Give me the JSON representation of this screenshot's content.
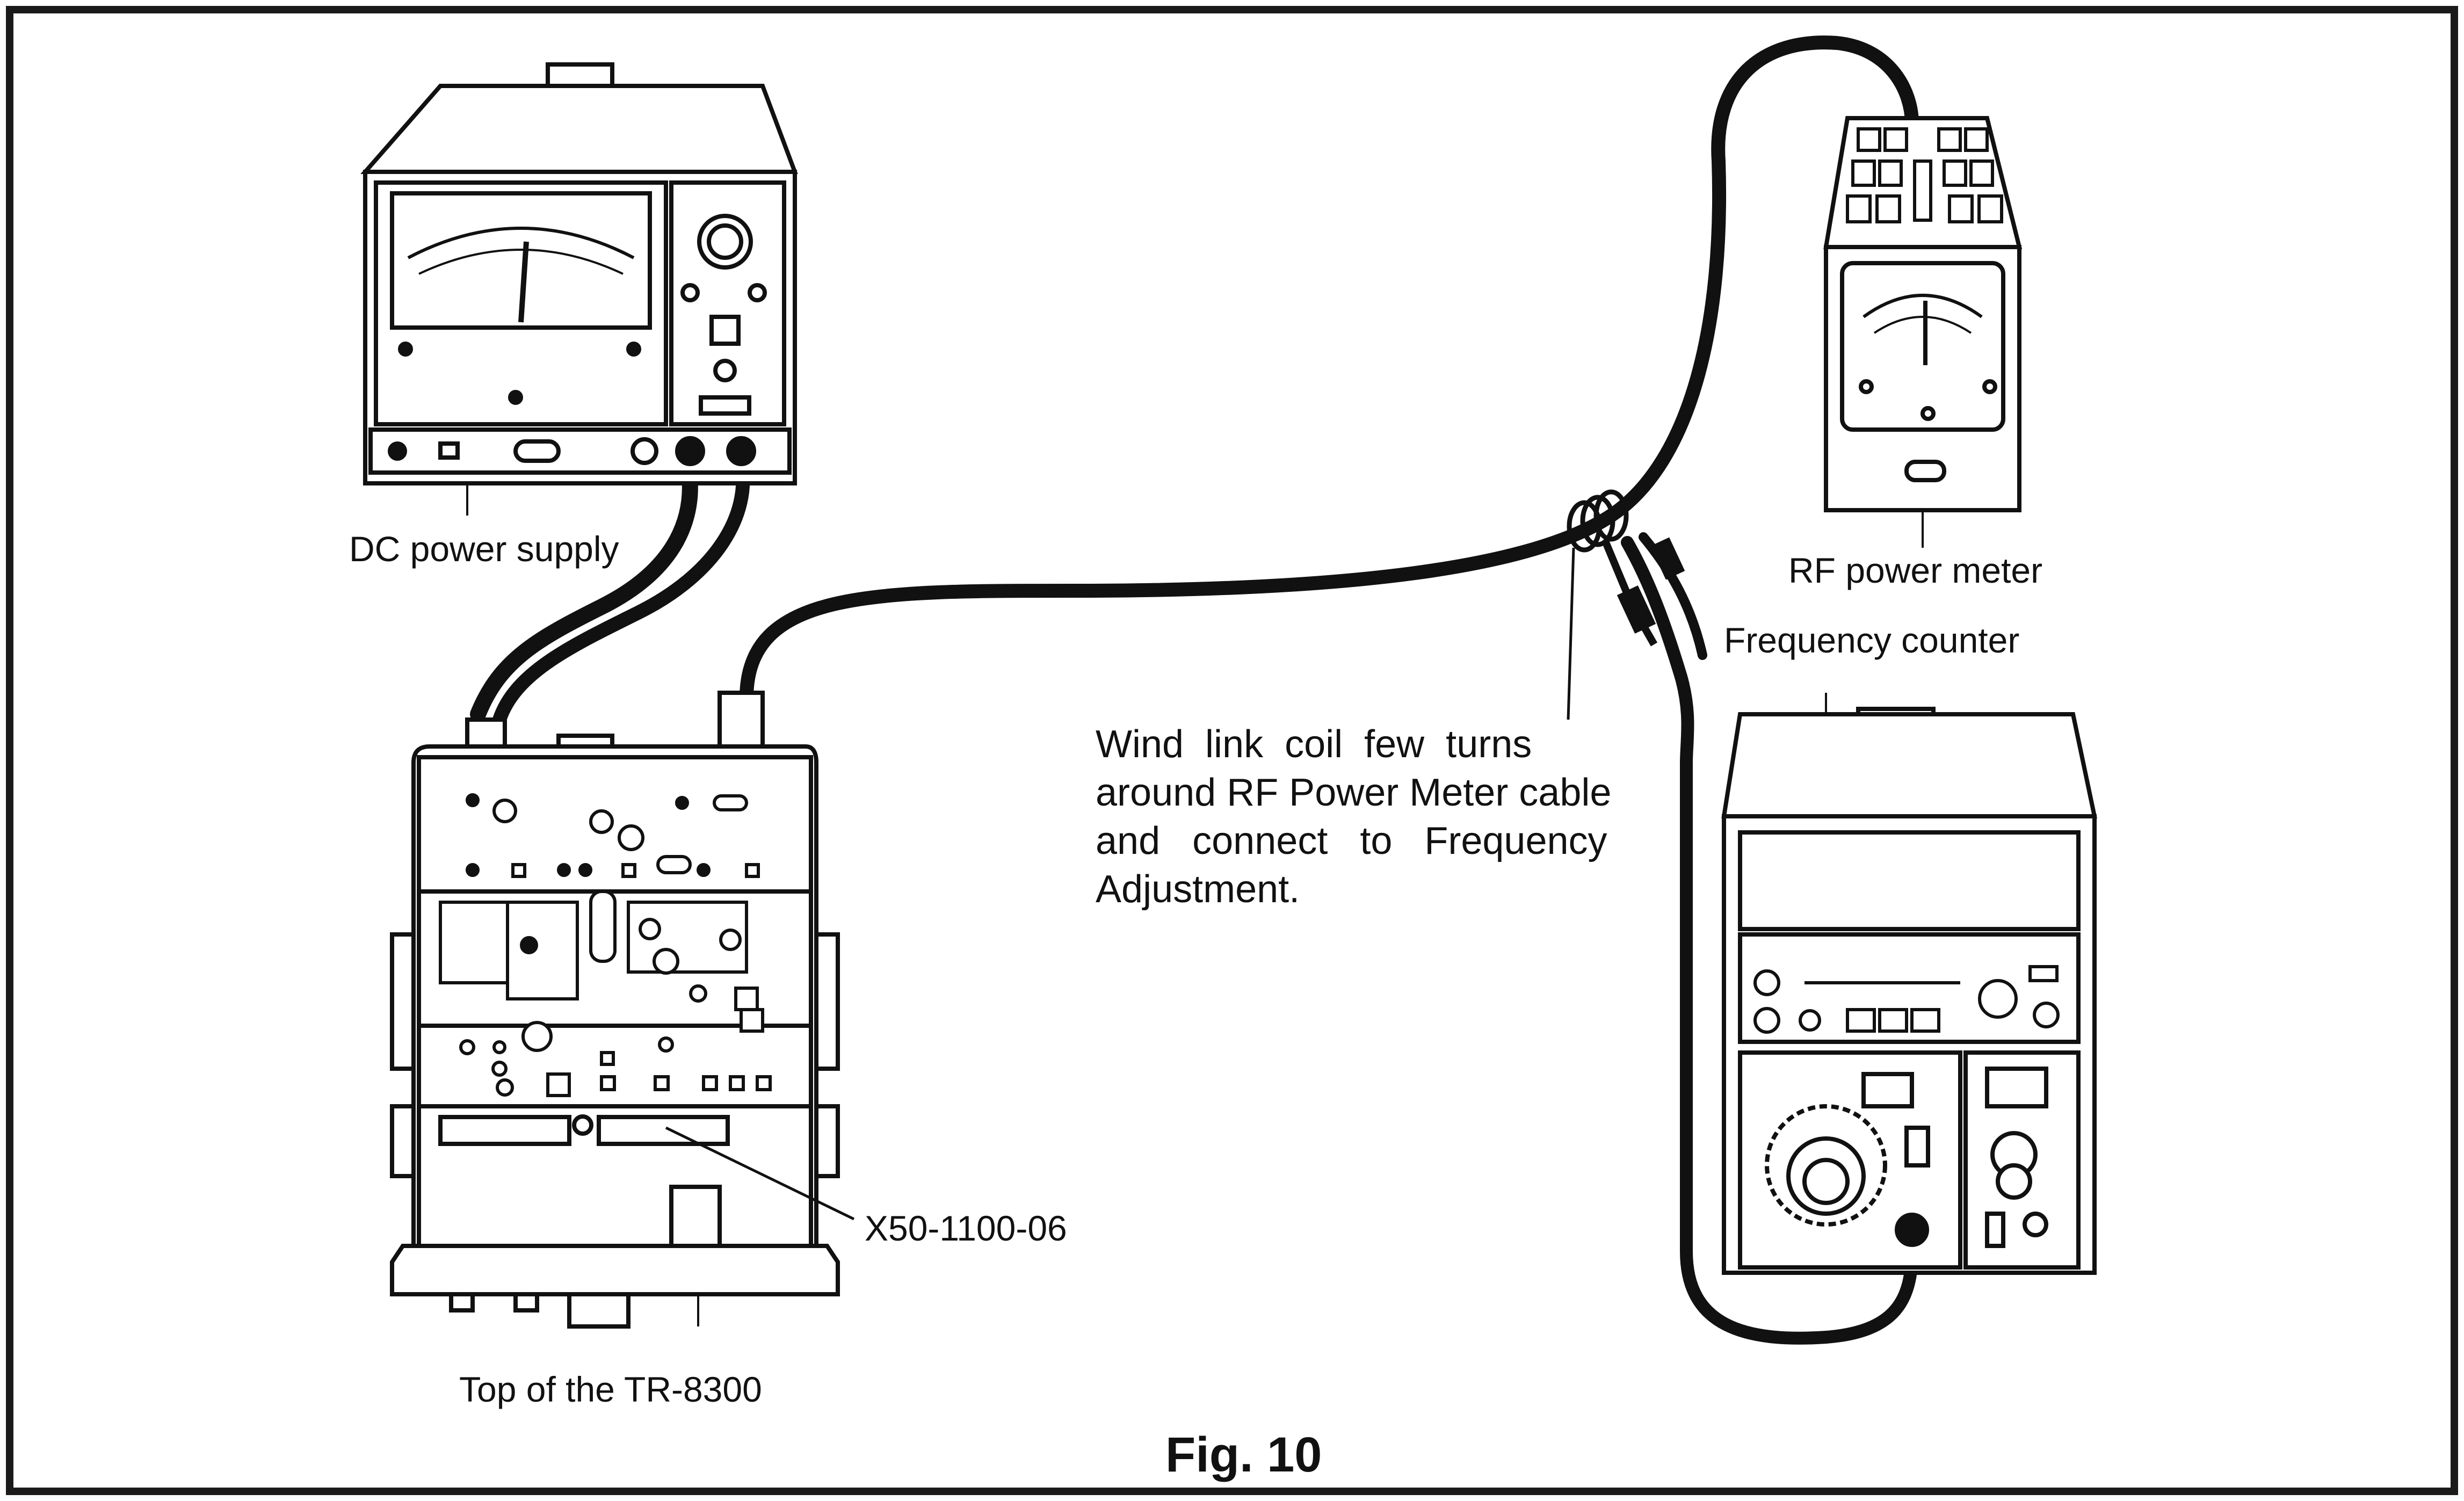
{
  "figure": {
    "caption": "Fig. 10",
    "labels": {
      "dc_power_supply": "DC power supply",
      "rf_power_meter": "RF power meter",
      "frequency_counter": "Frequency counter",
      "board_part": "X50-1100-06",
      "tr8300_top": "Top of the TR-8300"
    },
    "note_lines": [
      "Wind  link  coil  few  turns",
      "around RF Power Meter cable",
      "and   connect   to   Frequency",
      "Adjustment."
    ]
  },
  "colors": {
    "ink": "#111111",
    "paper": "#ffffff",
    "frame": "#1a1a1a"
  }
}
